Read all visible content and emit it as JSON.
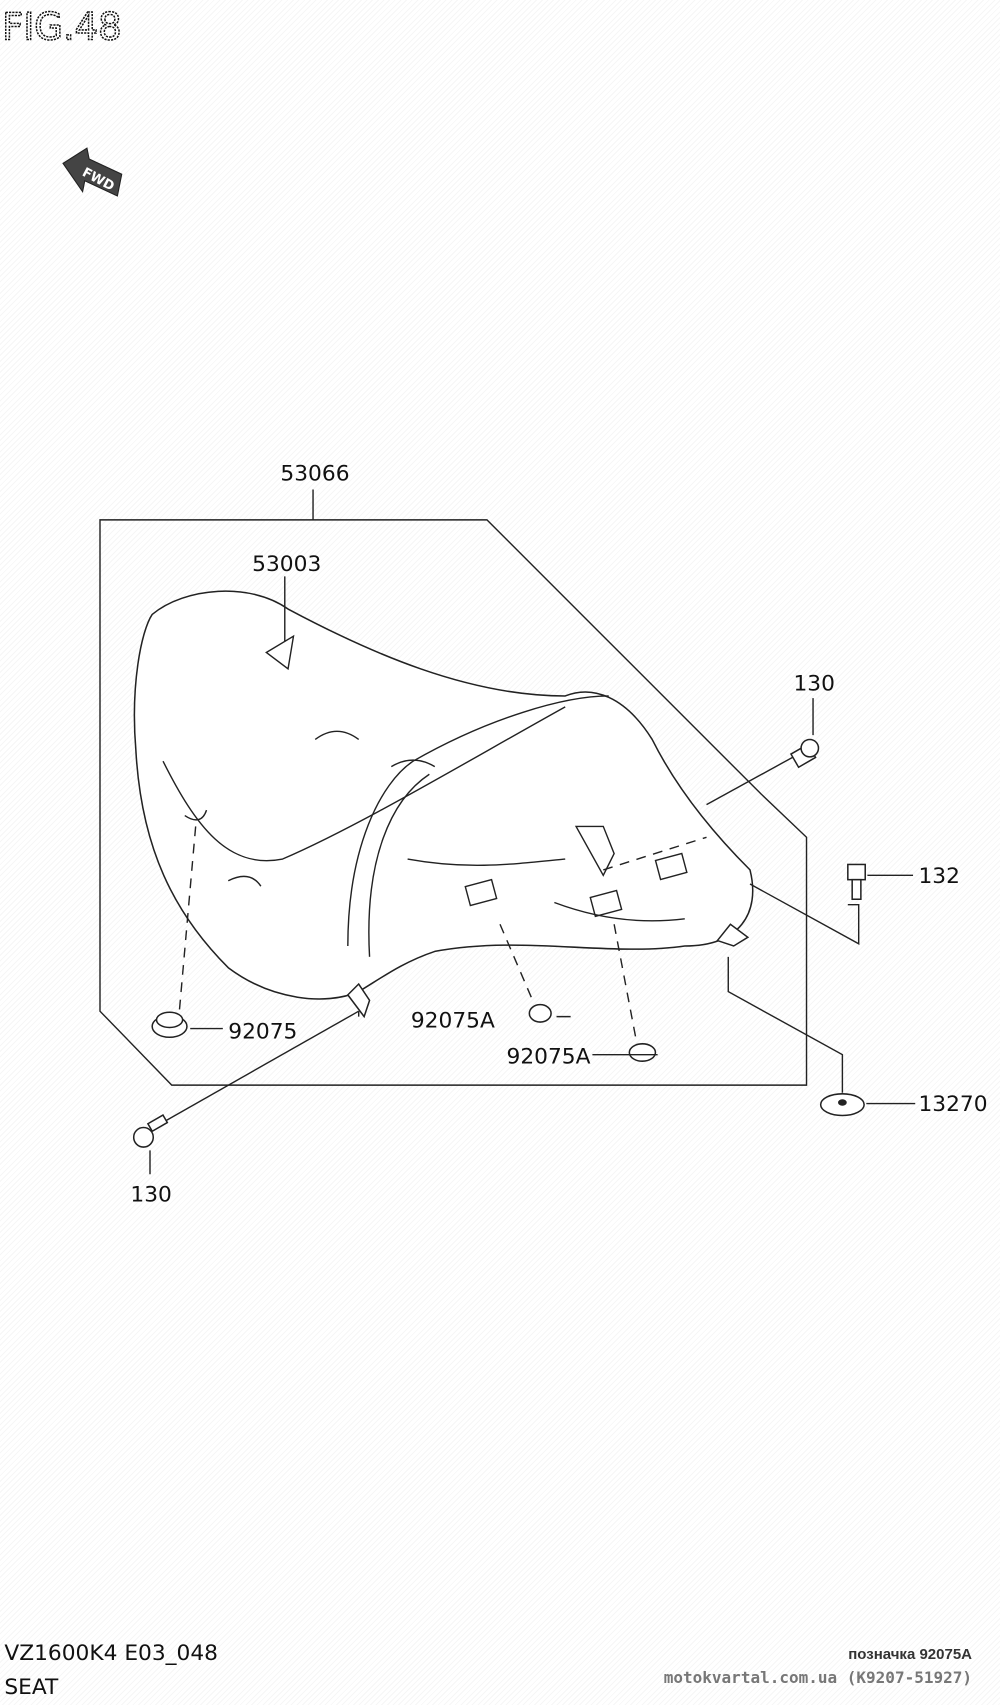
{
  "figure": {
    "title": "FIG.48",
    "fwd_label": "FWD"
  },
  "parts": {
    "seat_assy": "53066",
    "cover": "53003",
    "bolt_top": "130",
    "bolt_right": "132",
    "hook": "13270",
    "cushion_left": "92075",
    "cushion_mid": "92075A",
    "cushion_right": "92075A",
    "bolt_bottom": "130"
  },
  "footer": {
    "model": "VZ1600K4 E03_048",
    "name": "SEAT"
  },
  "watermark": {
    "note": "позначка 92075A",
    "site": "motokvartal.com.ua (K9207-51927)"
  }
}
